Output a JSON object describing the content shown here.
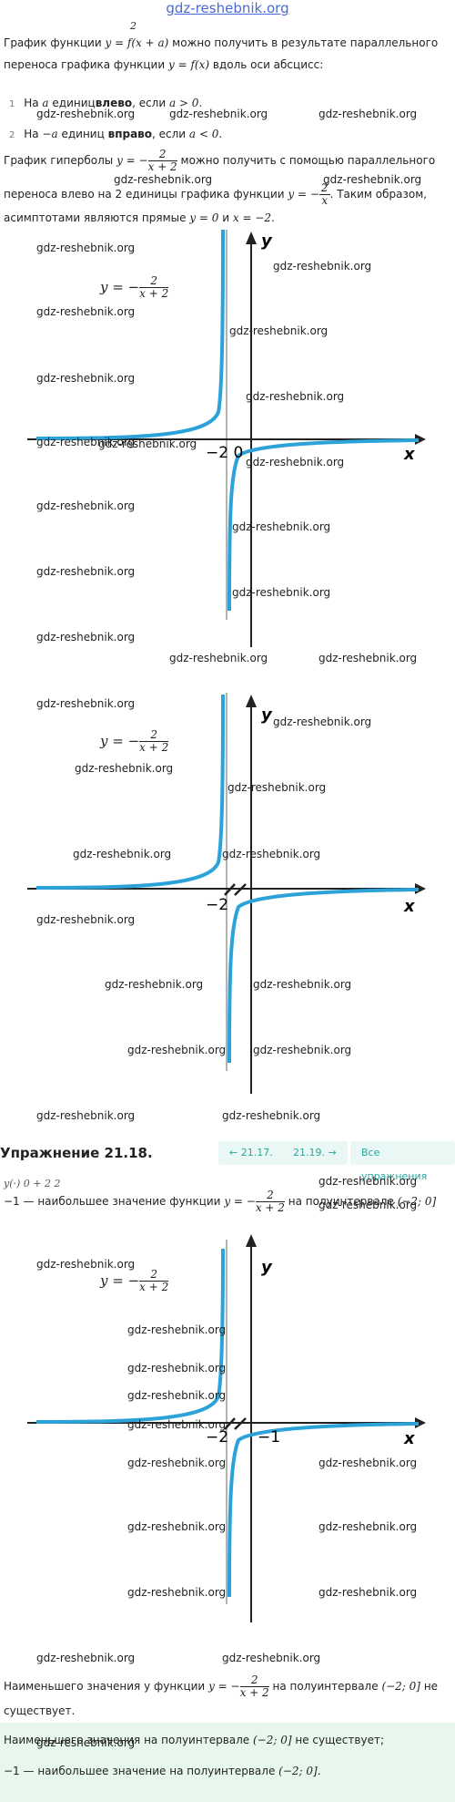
{
  "site": {
    "title": "gdz-reshebnik.org",
    "watermark": "gdz-reshebnik.org"
  },
  "theory": {
    "p1_start": "График функции",
    "p1_mid": "можно получить в результате параллельного",
    "p1_line2_a": "переноса графика функции",
    "p1_line2_b": "вдоль оси абсцисс:",
    "items": [
      {
        "num": "1",
        "pre": "На",
        "var": "a",
        "mid": "единиц",
        "bold": "влево",
        "post": ", если",
        "cond": "a > 0."
      },
      {
        "num": "2",
        "pre": "На",
        "var": "−a",
        "mid": "единиц",
        "bold": "вправо",
        "post": ", если",
        "cond": "a < 0."
      }
    ],
    "p2_start": "График гиперболы",
    "p2_mid": "можно получить с помощью параллельного",
    "p2_line2_a": "переноса влево на 2 единицы графика функции",
    "p2_line2_b": ". Таким образом,",
    "p2_line3_a": "асимптотами являются прямые",
    "p2_line3_b": "и"
  },
  "math": {
    "f_xa": "y = f(x + a)",
    "f_x": "y = f(x)",
    "y_eq": "y = −",
    "num2": "2",
    "den_x2": "x + 2",
    "den_x": "x",
    "y0": "y = 0",
    "xm2": "x = −2."
  },
  "graphs": {
    "y_label": "y",
    "x_label": "x",
    "formula_y": "y = −",
    "formula_num": "2",
    "formula_den": "x + 2",
    "g1_ticks": "−2 0",
    "g2_tick": "−2",
    "g3_tick_a": "−2",
    "g3_tick_b": "−1"
  },
  "nav": {
    "exercise": "Упражнение 21.18.",
    "prev": "← 21.17.",
    "next": "21.19. →",
    "all": "Все упражнения"
  },
  "solution": {
    "cut_line": "y(·)     0 + 2      2",
    "max_a": "−1 — наибольшее значение функции",
    "max_b": "на полуинтервале",
    "interval": "(−2; 0]",
    "min_a": "Наименьшего значения у функции",
    "min_b": "на полуинтервале",
    "min_c": "не",
    "min_d": "существует."
  },
  "answer": {
    "line1_a": "Наименьшего значения на полуинтервале",
    "line1_b": "не существует;",
    "line2_a": "−1 — наибольшее значение на полуинтервале",
    "interval": "(−2; 0]",
    "dot": "."
  },
  "colors": {
    "curve": "#2ba3d9",
    "axis": "#222222",
    "asymptote": "#9a9a9a",
    "answer_bg": "#e8f7ee",
    "nav_bg": "#e9f7f5"
  }
}
